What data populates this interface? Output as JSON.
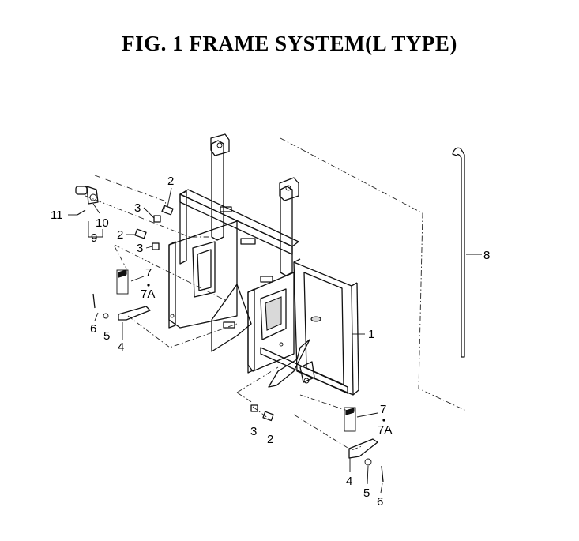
{
  "title": "FIG.  1  FRAME SYSTEM(L TYPE)",
  "callouts": {
    "c1": "1",
    "c2a": "2",
    "c2b": "2",
    "c2c": "2",
    "c3a": "3",
    "c3b": "3",
    "c3c": "3",
    "c4a": "4",
    "c4b": "4",
    "c5a": "5",
    "c5b": "5",
    "c6a": "6",
    "c6b": "6",
    "c7a": "7",
    "c7b": "7",
    "c7Aa": "7A",
    "c7Ab": "7A",
    "c8": "8",
    "c9": "9",
    "c10": "10",
    "c11": "11"
  }
}
